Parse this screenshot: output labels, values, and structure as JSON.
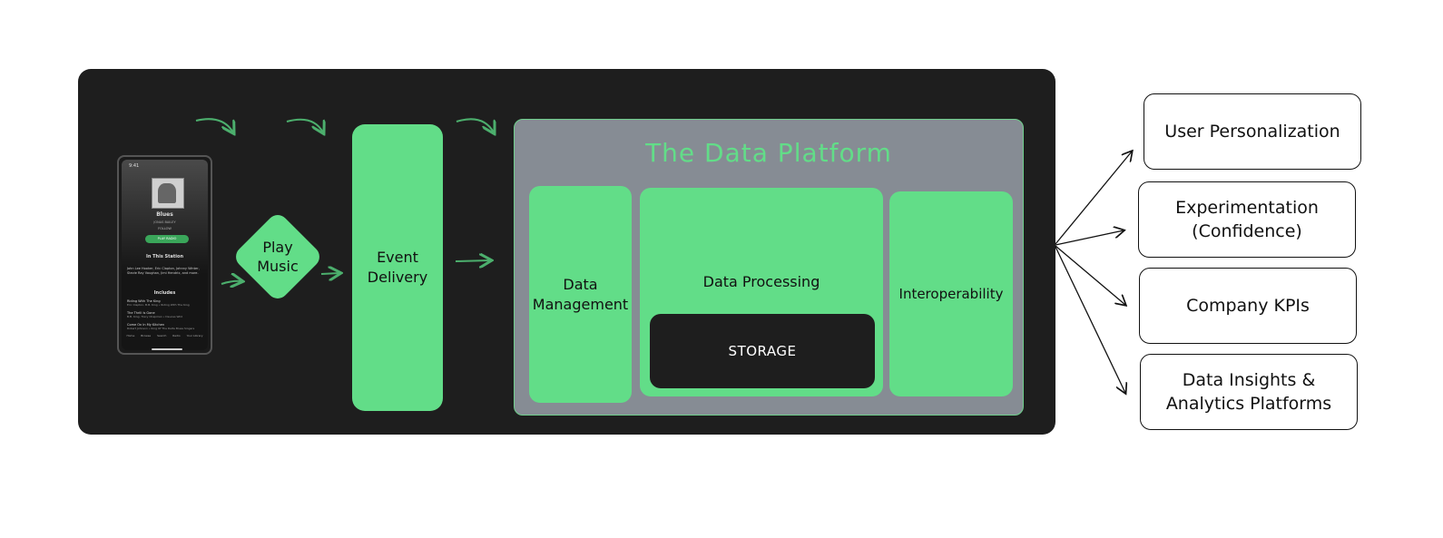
{
  "colors": {
    "panel": "#1e1e1e",
    "accent": "#62dd88",
    "platform_bg": "#868c94",
    "storage_bg": "#1e1e1e"
  },
  "pipeline": {
    "play_music": "Play\nMusic",
    "event_delivery": "Event\nDelivery"
  },
  "platform": {
    "title": "The Data Platform",
    "data_management": "Data\nManagement",
    "data_processing": "Data Processing",
    "storage": "STORAGE",
    "interoperability": "Interoperability"
  },
  "outputs": [
    {
      "label": "User Personalization"
    },
    {
      "label": "Experimentation\n(Confidence)"
    },
    {
      "label": "Company KPIs"
    },
    {
      "label": "Data Insights &\nAnalytics Platforms"
    }
  ],
  "phone": {
    "status_time": "9:41",
    "station_title": "Blues",
    "station_sub": "JONAS BAILEY",
    "follow": "FOLLOW",
    "play_button": "PLAY RADIO",
    "section_title": "In This Station",
    "section_text": "John Lee Hooker, Eric Clapton, Johnny Winter, Stevie Ray Vaughan, Jimi Hendrix, and more.",
    "includes_title": "Includes",
    "tracks": [
      {
        "title": "Riding With The King",
        "artist": "Eric Clapton, B.B. King • Riding With The King"
      },
      {
        "title": "The Thrill Is Gone",
        "artist": "B.B. King, Tracy Chapman • Deuces Wild"
      },
      {
        "title": "Come On In My Kitchen",
        "artist": "Robert Johnson • King Of The Delta Blues Singers"
      }
    ],
    "tabs": [
      "Home",
      "Browse",
      "Search",
      "Radio",
      "Your Library"
    ]
  }
}
